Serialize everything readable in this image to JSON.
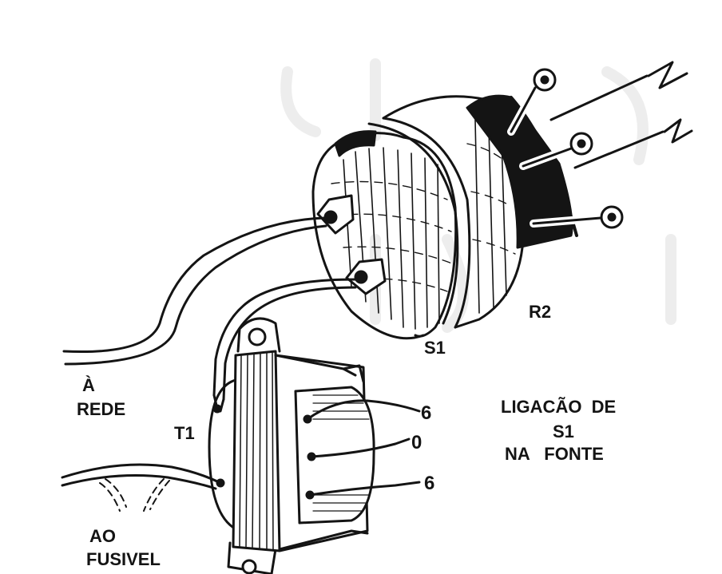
{
  "labels": {
    "accent": "À",
    "rede": "REDE",
    "ao": "AO",
    "fusivel": "FUSIVEL",
    "t1": "T1",
    "s1": "S1",
    "r2": "R2",
    "tap_top": "6",
    "tap_mid": "0",
    "tap_bottom": "6"
  },
  "caption": {
    "line1": "LIGACÃO  DE",
    "line2": "S1",
    "line3": "NA   FONTE"
  },
  "colors": {
    "ink": "#141414",
    "paper": "#ffffff"
  }
}
